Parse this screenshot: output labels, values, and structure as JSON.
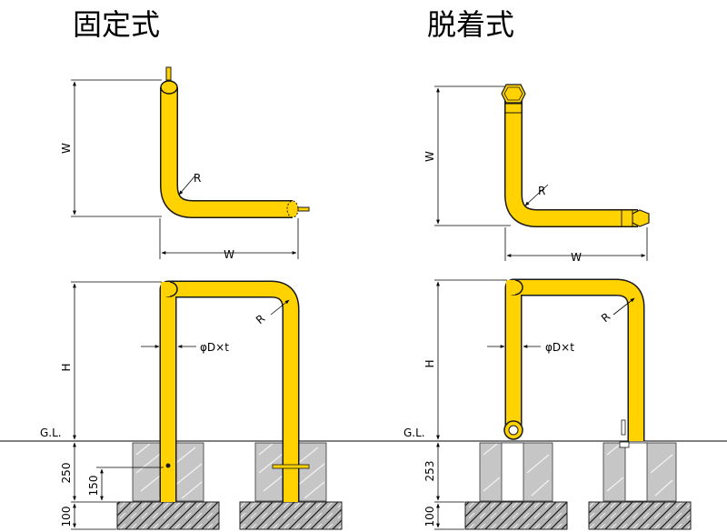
{
  "titles": {
    "fixed": "固定式",
    "removable": "脱着式"
  },
  "labels": {
    "width": "W",
    "radius": "R",
    "height": "H",
    "pipe_spec": "φD×t",
    "ground_level": "G.L."
  },
  "dimensions": {
    "fixed_embed": "250",
    "fixed_sub": "150",
    "fixed_base": "100",
    "removable_embed": "253",
    "removable_base": "100"
  },
  "colors": {
    "pipe": "#ffd200",
    "concrete": "#c6c6c6",
    "outline": "#1a1a1a"
  }
}
